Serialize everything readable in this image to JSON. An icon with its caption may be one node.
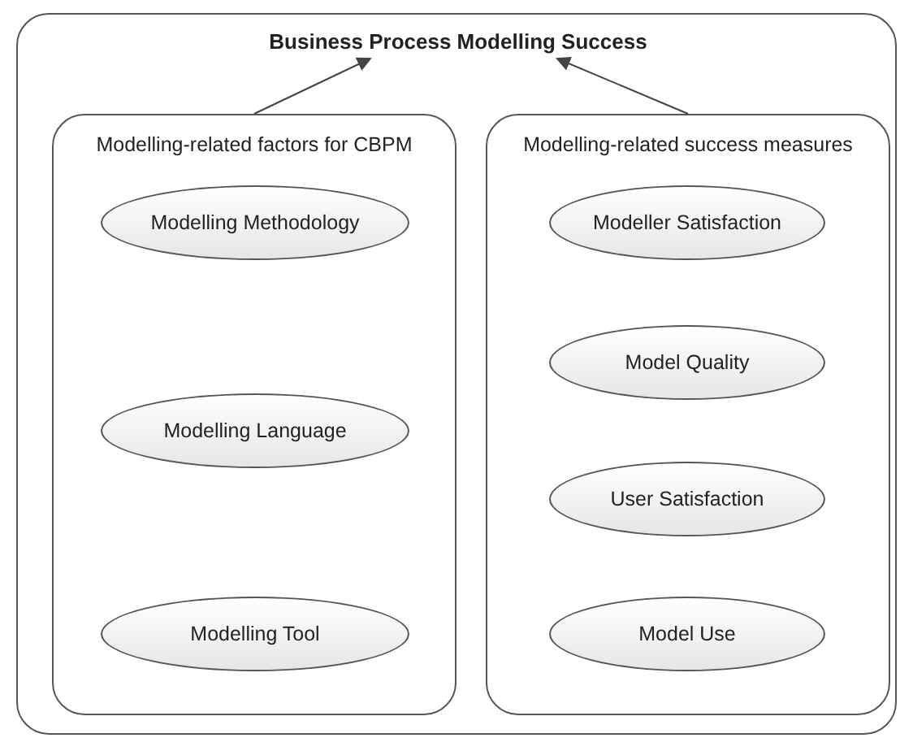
{
  "diagram": {
    "nodes": [
      {
        "text": [],
        "shape": "box"
      },
      {
        "text": [
          "Business Process Modelling Success"
        ],
        "in": 0
      },
      {
        "text": [
          "Modelling-related factors for CBPM"
        ],
        "in": 0
      },
      {
        "text": [
          "Modelling Methodology"
        ],
        "in": 2
      },
      {
        "text": [
          "Modelling Language"
        ],
        "in": 2
      },
      {
        "text": [
          "Modelling Tool"
        ],
        "in": 2
      },
      {
        "text": [
          "Modelling-related success measures"
        ],
        "in": 0
      },
      {
        "text": [
          "Modeller Satisfaction"
        ],
        "in": 6
      },
      {
        "text": [
          "Model Quality"
        ],
        "in": 6
      },
      {
        "text": [
          "User Satisfaction"
        ],
        "in": 6
      },
      {
        "text": [
          "Model Use"
        ],
        "in": 6
      }
    ],
    "edges": [
      {
        "from": 2,
        "to": 1,
        "arrow": "to"
      },
      {
        "from": 6,
        "to": 1,
        "arrow": "to"
      }
    ]
  }
}
